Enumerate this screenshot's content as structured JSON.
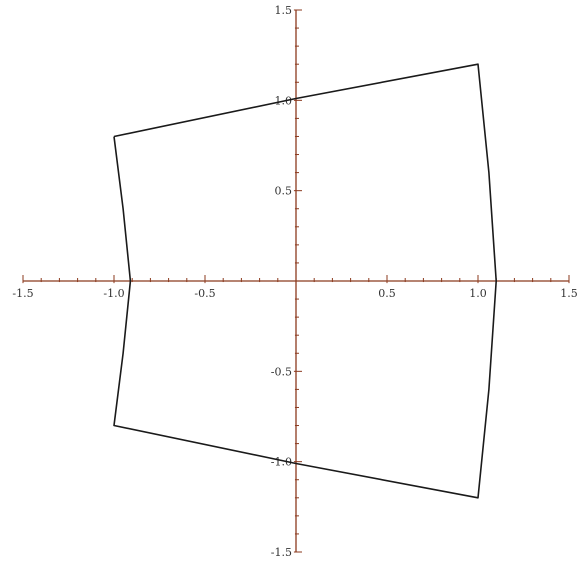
{
  "chart_data": {
    "type": "line",
    "title": "",
    "xlabel": "",
    "ylabel": "",
    "xlim": [
      -1.5,
      1.5
    ],
    "ylim": [
      -1.5,
      1.5
    ],
    "grid": false,
    "axis_color": "#8b3a1e",
    "curve_color": "#1a1a1a",
    "x_ticks": [
      {
        "value": -1.5,
        "label": "-1.5"
      },
      {
        "value": -1.0,
        "label": "-1.0"
      },
      {
        "value": -0.5,
        "label": "-0.5"
      },
      {
        "value": 0.5,
        "label": "0.5"
      },
      {
        "value": 1.0,
        "label": "1.0"
      },
      {
        "value": 1.5,
        "label": "1.5"
      }
    ],
    "y_ticks": [
      {
        "value": 1.5,
        "label": "1.5"
      },
      {
        "value": 1.0,
        "label": "1.0"
      },
      {
        "value": 0.5,
        "label": "0.5"
      },
      {
        "value": -0.5,
        "label": "-0.5"
      },
      {
        "value": -1.0,
        "label": "-1.0"
      },
      {
        "value": -1.5,
        "label": "-1.5"
      }
    ],
    "series": [
      {
        "x": [
          -1.0,
          0.0,
          1.0,
          1.06,
          1.1,
          1.06,
          1.0,
          0.0,
          -1.0,
          -0.95,
          -0.91,
          -0.95,
          -1.0
        ],
        "y": [
          0.8,
          1.01,
          1.2,
          0.6,
          0.0,
          -0.6,
          -1.2,
          -1.01,
          -0.8,
          -0.4,
          0.0,
          0.4,
          0.8
        ]
      }
    ]
  }
}
